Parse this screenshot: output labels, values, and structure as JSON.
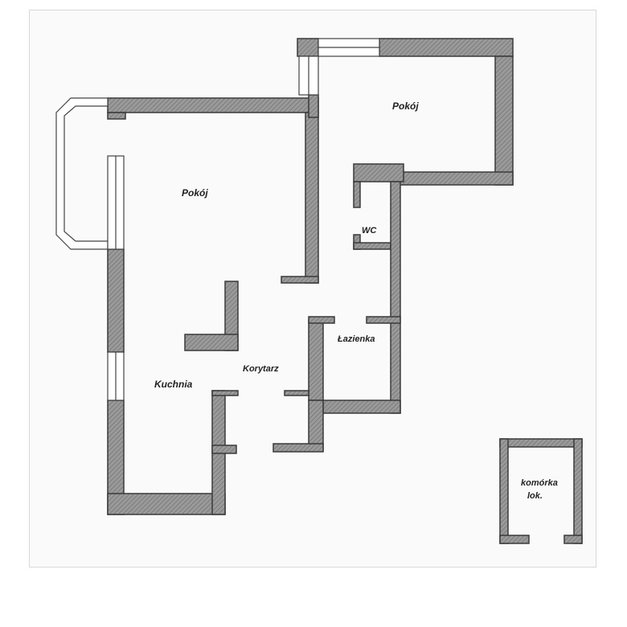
{
  "rooms": {
    "pokoj_main": "Pokój",
    "pokoj_upper": "Pokój",
    "wc": "WC",
    "lazienka": "Łazienka",
    "kuchnia": "Kuchnia",
    "korytarz": "Korytarz",
    "komorka_line1": "komórka",
    "komorka_line2": "lok."
  },
  "colors": {
    "wall_fill": "#8c8c8c",
    "wall_stroke": "#3a3a3a",
    "background": "#fafafa"
  }
}
